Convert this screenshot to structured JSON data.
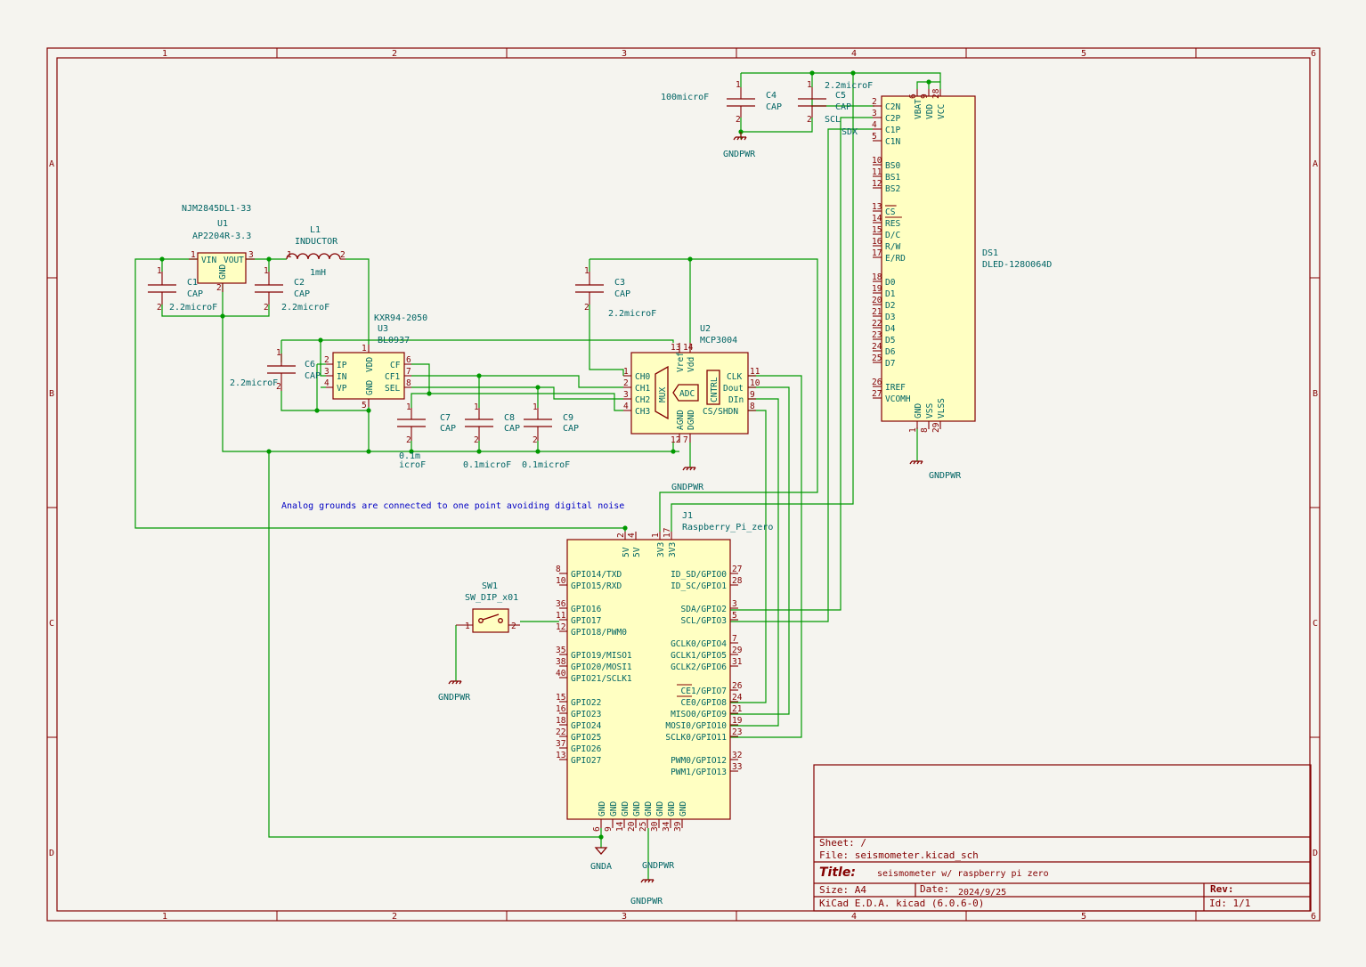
{
  "ruler": {
    "columns": [
      "1",
      "2",
      "3",
      "4",
      "5",
      "6"
    ],
    "rows": [
      "A",
      "B",
      "C",
      "D"
    ]
  },
  "annotation": "Analog grounds are connected to one point avoiding digital noise",
  "title_block": {
    "sheet_label": "Sheet: /",
    "file_label": "File: seismometer.kicad_sch",
    "title_label": "Title:",
    "title_value": "seismometer w/ raspberry pi zero",
    "size_label": "Size: A4",
    "date_label": "Date:",
    "date_value": "2024/9/25",
    "rev_label": "Rev:",
    "tool": "KiCad E.D.A.  kicad (6.0.6-0)",
    "id": "Id: 1/1"
  },
  "components": {
    "u1": {
      "ref": "U1",
      "value": "AP2204R-3.3",
      "mpn": "NJM2845DL1-33",
      "pin_vin": "VIN",
      "pin_vout": "VOUT",
      "pin_gnd": "GND"
    },
    "l1": {
      "ref": "L1",
      "value": "INDUCTOR",
      "extra": "1mH"
    },
    "c1": {
      "ref": "C1",
      "value": "CAP",
      "extra": "2.2microF"
    },
    "c2": {
      "ref": "C2",
      "value": "CAP",
      "extra": "2.2microF"
    },
    "c3": {
      "ref": "C3",
      "value": "CAP",
      "extra": "2.2microF"
    },
    "c4": {
      "ref": "C4",
      "value": "CAP",
      "extra": "100microF"
    },
    "c5": {
      "ref": "C5",
      "value": "CAP",
      "extra": "2.2microF"
    },
    "c6": {
      "ref": "C6",
      "value": "CAP",
      "extra": "2.2microF"
    },
    "c7": {
      "ref": "C7",
      "value": "CAP",
      "extra": "0.1m\nicroF"
    },
    "c8": {
      "ref": "C8",
      "value": "CAP",
      "extra": "0.1microF"
    },
    "c9": {
      "ref": "C9",
      "value": "CAP",
      "extra": "0.1microF"
    },
    "u3": {
      "ref": "U3",
      "value": "BL0937",
      "mpn": "KXR94-2050",
      "pins_left": [
        "IP",
        "IN",
        "VP"
      ],
      "pins_right": [
        "CF",
        "CF1",
        "SEL"
      ],
      "pin_vdd": "VDD",
      "pin_gnd": "GND"
    },
    "u2": {
      "ref": "U2",
      "value": "MCP3004",
      "pins_left": [
        "CH0",
        "CH1",
        "CH2",
        "CH3"
      ],
      "pins_right": [
        "CLK",
        "Dout",
        "DIn",
        "CS/SHDN"
      ],
      "vref": "Vref",
      "vdd": "Vdd",
      "agnd": "AGND",
      "dgnd": "DGND",
      "mux": "MUX",
      "adc": "ADC",
      "ctrl": "CNTRL"
    },
    "ds1": {
      "ref": "DS1",
      "value": "DLED-128O064D",
      "pins_left": [
        "C2N",
        "C2P",
        "C1P",
        "C1N",
        "BS0",
        "BS1",
        "BS2",
        "CS",
        "RES",
        "D/C",
        "R/W",
        "E/RD",
        "D0",
        "D1",
        "D2",
        "D3",
        "D4",
        "D5",
        "D6",
        "D7",
        "IREF",
        "VCOMH"
      ],
      "pins_top": [
        "VBAT",
        "VDD",
        "VCC"
      ],
      "pins_bottom": [
        "GND",
        "VSS",
        "VLSS"
      ]
    },
    "j1": {
      "ref": "J1",
      "value": "Raspberry_Pi_zero",
      "pins_left": [
        "GPIO14/TXD",
        "GPIO15/RXD",
        "GPIO16",
        "GPIO17",
        "GPIO18/PWM0",
        "GPIO19/MISO1",
        "GPIO20/MOSI1",
        "GPIO21/SCLK1",
        "GPIO22",
        "GPIO23",
        "GPIO24",
        "GPIO25",
        "GPIO26",
        "GPIO27"
      ],
      "pins_right": [
        "ID_SD/GPIO0",
        "ID_SC/GPIO1",
        "SDA/GPIO2",
        "SCL/GPIO3",
        "GCLK0/GPIO4",
        "GCLK1/GPIO5",
        "GCLK2/GPIO6",
        "CE1/GPIO7",
        "CE0/GPIO8",
        "MISO0/GPIO9",
        "MOSI0/GPIO10",
        "SCLK0/GPIO11",
        "PWM0/GPIO12",
        "PWM1/GPIO13"
      ],
      "pins_top": [
        "5V",
        "5V",
        "3V3",
        "3V3"
      ],
      "pins_bottom": [
        "GND",
        "GND",
        "GND",
        "GND",
        "GND",
        "GND",
        "GND",
        "GND"
      ]
    },
    "sw1": {
      "ref": "SW1",
      "value": "SW_DIP_x01"
    }
  },
  "power": {
    "gndpwr": "GNDPWR",
    "gnda": "GNDA"
  },
  "labels": {
    "scl": "SCL",
    "sdx": "SDX"
  }
}
